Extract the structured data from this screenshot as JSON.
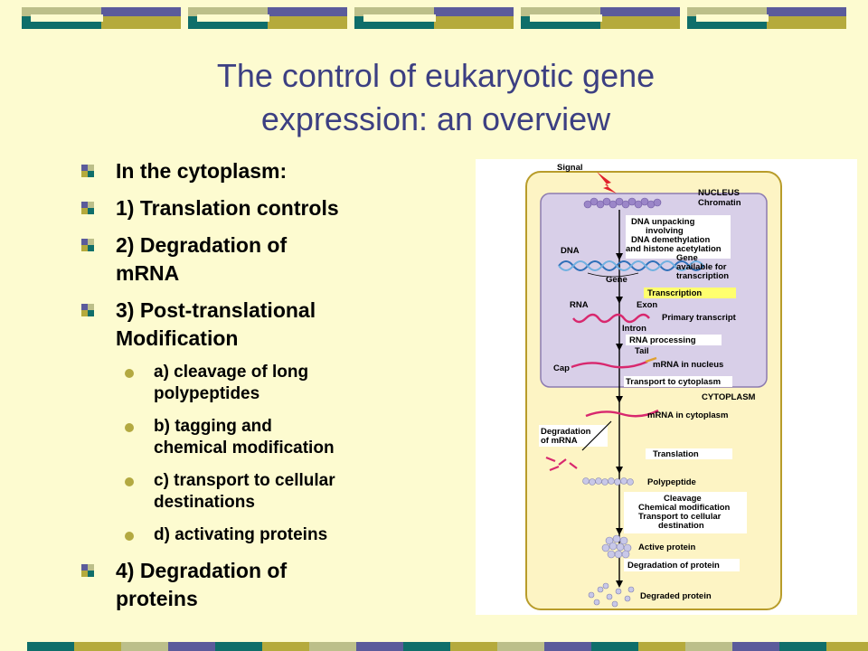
{
  "title": {
    "line1": "The control of eukaryotic gene",
    "line2": "expression:  an overview"
  },
  "bullets": [
    {
      "text": "In the cytoplasm:"
    },
    {
      "text": "1) Translation controls"
    },
    {
      "text": "2) Degradation of mRNA",
      "lines": [
        "2) Degradation of",
        "mRNA"
      ]
    },
    {
      "text": "3) Post-translational Modification",
      "lines": [
        "3) Post-translational",
        "Modification"
      ]
    },
    {
      "text": "4) Degradation of proteins",
      "lines": [
        "4) Degradation of",
        "proteins"
      ]
    }
  ],
  "subbullets": [
    {
      "lines": [
        "a) cleavage of long",
        "polypeptides"
      ]
    },
    {
      "lines": [
        "b) tagging and",
        "chemical modification"
      ]
    },
    {
      "lines": [
        "c) transport to cellular",
        "destinations"
      ]
    },
    {
      "lines": [
        "d) activating proteins"
      ]
    }
  ],
  "figure": {
    "signal": "Signal",
    "nucleus": "NUCLEUS",
    "chromatin": "Chromatin",
    "unpacking": [
      "DNA unpacking",
      "involving",
      "DNA demethylation",
      "and histone acetylation"
    ],
    "dna": "DNA",
    "gene_available": [
      "Gene",
      "available for",
      "transcription"
    ],
    "gene": "Gene",
    "transcription": "Transcription",
    "rna": "RNA",
    "exon": "Exon",
    "primary_transcript": "Primary transcript",
    "intron": "Intron",
    "rna_processing": "RNA processing",
    "tail": "Tail",
    "cap": "Cap",
    "mrna_nucleus": "mRNA in nucleus",
    "transport_cytoplasm": "Transport to cytoplasm",
    "cytoplasm": "CYTOPLASM",
    "mrna_cytoplasm": "mRNA in cytoplasm",
    "degradation_mrna": [
      "Degradation",
      "of mRNA"
    ],
    "translation": "Translation",
    "polypeptide": "Polypeptide",
    "cleavage": [
      "Cleavage",
      "Chemical modification",
      "Transport to cellular",
      "destination"
    ],
    "active_protein": "Active protein",
    "degradation_protein": "Degradation of protein",
    "degraded_protein": "Degraded protein"
  },
  "colors": {
    "background": "#fdfbd0",
    "title": "#3c3f82",
    "navy": "#5b5b9b",
    "teal": "#0f6e6a",
    "olive": "#b5aa3c",
    "sage": "#bcbf8a",
    "nucleus": "#d8cfe8",
    "cytoplasm": "#fdf4c4"
  }
}
